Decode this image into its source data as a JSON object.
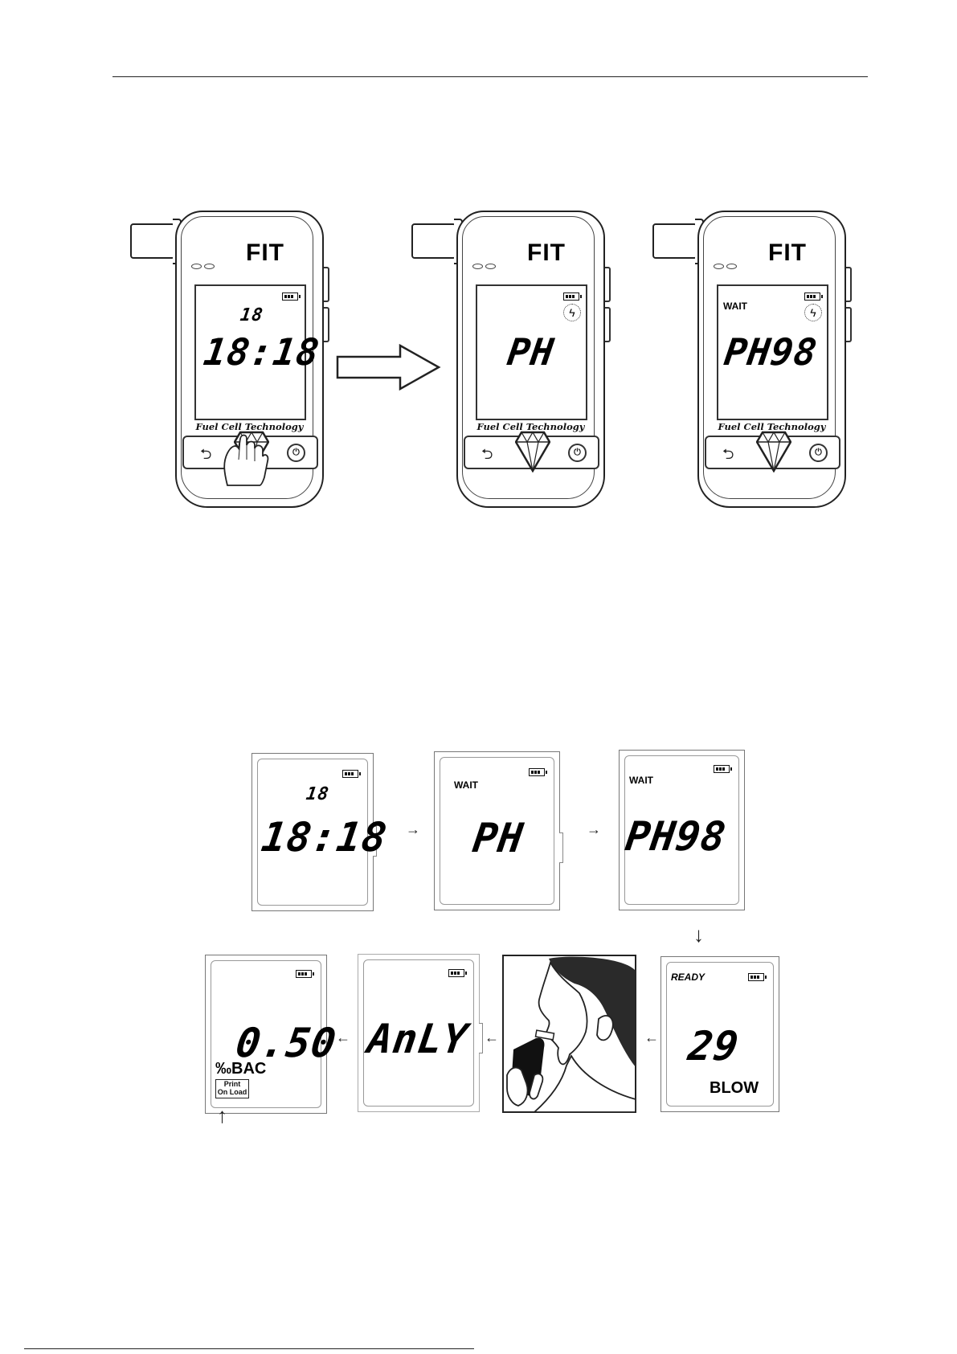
{
  "devices": [
    {
      "logo": "FIT",
      "brand": "Fuel Cell Technology",
      "lcd": {
        "small": "18",
        "main": "18:18",
        "label": ""
      }
    },
    {
      "logo": "FIT",
      "brand": "Fuel Cell Technology",
      "lcd": {
        "small": "",
        "main": "PH",
        "label": ""
      }
    },
    {
      "logo": "FIT",
      "brand": "Fuel Cell Technology",
      "lcd": {
        "small": "",
        "main": "PH98",
        "label": "WAIT"
      }
    }
  ],
  "flow": {
    "s1": {
      "small": "18",
      "main": "18:18"
    },
    "s2": {
      "label": "WAIT",
      "main": "PH"
    },
    "s3": {
      "label": "WAIT",
      "main": "PH98"
    },
    "s4": {
      "label": "READY",
      "main": "29",
      "bottom": "BLOW"
    },
    "s6": {
      "main": "AnLY"
    },
    "s7": {
      "main": "0.50",
      "unit": "‰BAC",
      "print": "Print",
      "onload": "On Load"
    }
  },
  "icons": [
    "battery-icon",
    "flash-icon",
    "back-arrow-icon",
    "power-icon",
    "gem-button-icon",
    "hand-press-icon",
    "person-blowing-illustration"
  ],
  "colors": {
    "ink": "#111111",
    "paper": "#ffffff"
  }
}
